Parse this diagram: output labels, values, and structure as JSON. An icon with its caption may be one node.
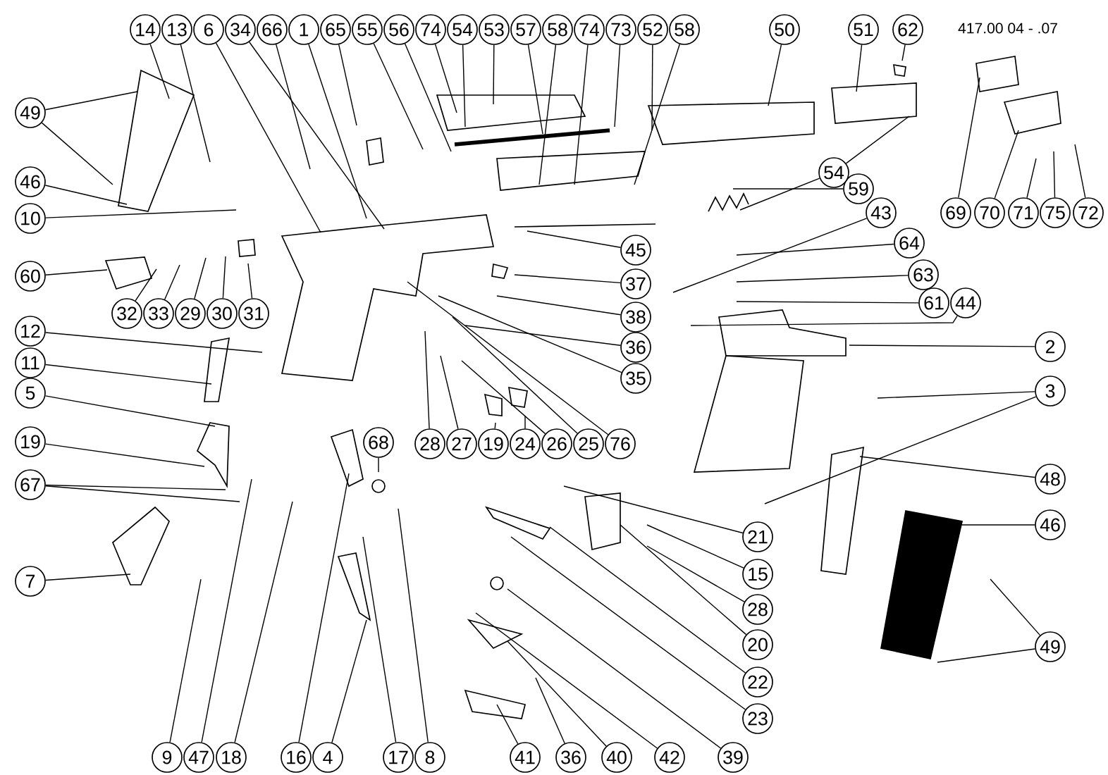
{
  "diagram": {
    "nodes": [
      {
        "text": [
          "14"
        ]
      },
      {
        "text": [
          "13"
        ]
      },
      {
        "text": [
          "6"
        ]
      },
      {
        "text": [
          "34"
        ]
      },
      {
        "text": [
          "66"
        ]
      },
      {
        "text": [
          "1"
        ]
      },
      {
        "text": [
          "65"
        ]
      },
      {
        "text": [
          "55"
        ]
      },
      {
        "text": [
          "56"
        ]
      },
      {
        "text": [
          "74"
        ]
      },
      {
        "text": [
          "54"
        ]
      },
      {
        "text": [
          "53"
        ]
      },
      {
        "text": [
          "57"
        ]
      },
      {
        "text": [
          "58"
        ]
      },
      {
        "text": [
          "74"
        ]
      },
      {
        "text": [
          "73"
        ]
      },
      {
        "text": [
          "52"
        ]
      },
      {
        "text": [
          "58"
        ]
      },
      {
        "text": [
          "50"
        ]
      },
      {
        "text": [
          "51"
        ]
      },
      {
        "text": [
          "62"
        ]
      },
      {
        "text": [
          "49"
        ]
      },
      {
        "text": [
          "46"
        ]
      },
      {
        "text": [
          "10"
        ]
      },
      {
        "text": [
          "60"
        ]
      },
      {
        "text": [
          "32"
        ]
      },
      {
        "text": [
          "33"
        ]
      },
      {
        "text": [
          "29"
        ]
      },
      {
        "text": [
          "30"
        ]
      },
      {
        "text": [
          "31"
        ]
      },
      {
        "text": [
          "12"
        ]
      },
      {
        "text": [
          "11"
        ]
      },
      {
        "text": [
          "5"
        ]
      },
      {
        "text": [
          "19"
        ]
      },
      {
        "text": [
          "67"
        ]
      },
      {
        "text": [
          "7"
        ]
      },
      {
        "text": [
          "9"
        ]
      },
      {
        "text": [
          "47"
        ]
      },
      {
        "text": [
          "18"
        ]
      },
      {
        "text": [
          "16"
        ]
      },
      {
        "text": [
          "4"
        ]
      },
      {
        "text": [
          "17"
        ]
      },
      {
        "text": [
          "8"
        ]
      },
      {
        "text": [
          "68"
        ]
      },
      {
        "text": [
          "28"
        ]
      },
      {
        "text": [
          "27"
        ]
      },
      {
        "text": [
          "19"
        ]
      },
      {
        "text": [
          "24"
        ]
      },
      {
        "text": [
          "26"
        ]
      },
      {
        "text": [
          "25"
        ]
      },
      {
        "text": [
          "76"
        ]
      },
      {
        "text": [
          "35"
        ]
      },
      {
        "text": [
          "36"
        ]
      },
      {
        "text": [
          "38"
        ]
      },
      {
        "text": [
          "37"
        ]
      },
      {
        "text": [
          "45"
        ]
      },
      {
        "text": [
          "59"
        ]
      },
      {
        "text": [
          "54"
        ]
      },
      {
        "text": [
          "43"
        ]
      },
      {
        "text": [
          "64"
        ]
      },
      {
        "text": [
          "63"
        ]
      },
      {
        "text": [
          "61"
        ]
      },
      {
        "text": [
          "44"
        ]
      },
      {
        "text": [
          "69"
        ]
      },
      {
        "text": [
          "70"
        ]
      },
      {
        "text": [
          "71"
        ]
      },
      {
        "text": [
          "75"
        ]
      },
      {
        "text": [
          "72"
        ]
      },
      {
        "text": [
          "2"
        ]
      },
      {
        "text": [
          "3"
        ]
      },
      {
        "text": [
          "48"
        ]
      },
      {
        "text": [
          "46"
        ]
      },
      {
        "text": [
          "49"
        ]
      },
      {
        "text": [
          "21"
        ]
      },
      {
        "text": [
          "15"
        ]
      },
      {
        "text": [
          "28"
        ]
      },
      {
        "text": [
          "20"
        ]
      },
      {
        "text": [
          "22"
        ]
      },
      {
        "text": [
          "23"
        ]
      },
      {
        "text": [
          "41"
        ]
      },
      {
        "text": [
          "36"
        ]
      },
      {
        "text": [
          "40"
        ]
      },
      {
        "text": [
          "42"
        ]
      },
      {
        "text": [
          "39"
        ]
      }
    ],
    "edges": [
      {
        "from": 0,
        "to": null,
        "arrow": "none"
      },
      {
        "from": 1,
        "to": null,
        "arrow": "none"
      },
      {
        "from": 2,
        "to": null,
        "arrow": "none"
      },
      {
        "from": 3,
        "to": null,
        "arrow": "none"
      },
      {
        "from": 4,
        "to": null,
        "arrow": "none"
      },
      {
        "from": 5,
        "to": null,
        "arrow": "none"
      },
      {
        "from": 6,
        "to": null,
        "arrow": "none"
      },
      {
        "from": 7,
        "to": null,
        "arrow": "none"
      },
      {
        "from": 8,
        "to": null,
        "arrow": "none"
      },
      {
        "from": 9,
        "to": null,
        "arrow": "none"
      },
      {
        "from": 10,
        "to": null,
        "arrow": "none"
      },
      {
        "from": 11,
        "to": null,
        "arrow": "none"
      },
      {
        "from": 12,
        "to": null,
        "arrow": "none"
      },
      {
        "from": 13,
        "to": null,
        "arrow": "none"
      },
      {
        "from": 14,
        "to": null,
        "arrow": "none"
      },
      {
        "from": 15,
        "to": null,
        "arrow": "none"
      },
      {
        "from": 16,
        "to": null,
        "arrow": "none"
      },
      {
        "from": 17,
        "to": null,
        "arrow": "none"
      },
      {
        "from": 18,
        "to": null,
        "arrow": "none"
      },
      {
        "from": 19,
        "to": null,
        "arrow": "none"
      },
      {
        "from": 20,
        "to": null,
        "arrow": "none"
      },
      {
        "from": 21,
        "to": null,
        "arrow": "none"
      },
      {
        "from": 21,
        "to": null,
        "arrow": "none"
      },
      {
        "from": 22,
        "to": null,
        "arrow": "none"
      },
      {
        "from": 23,
        "to": null,
        "arrow": "none"
      },
      {
        "from": 24,
        "to": null,
        "arrow": "none"
      },
      {
        "from": 25,
        "to": null,
        "arrow": "none"
      },
      {
        "from": 26,
        "to": null,
        "arrow": "none"
      },
      {
        "from": 27,
        "to": null,
        "arrow": "none"
      },
      {
        "from": 28,
        "to": null,
        "arrow": "none"
      },
      {
        "from": 29,
        "to": null,
        "arrow": "none"
      },
      {
        "from": 30,
        "to": null,
        "arrow": "none"
      },
      {
        "from": 31,
        "to": null,
        "arrow": "none"
      },
      {
        "from": 32,
        "to": null,
        "arrow": "none"
      },
      {
        "from": 33,
        "to": null,
        "arrow": "none"
      },
      {
        "from": 34,
        "to": null,
        "arrow": "none"
      },
      {
        "from": 34,
        "to": null,
        "arrow": "none"
      },
      {
        "from": 35,
        "to": null,
        "arrow": "none"
      },
      {
        "from": 36,
        "to": null,
        "arrow": "none"
      },
      {
        "from": 37,
        "to": null,
        "arrow": "none"
      },
      {
        "from": 38,
        "to": null,
        "arrow": "none"
      },
      {
        "from": 39,
        "to": null,
        "arrow": "none"
      },
      {
        "from": 40,
        "to": null,
        "arrow": "none"
      },
      {
        "from": 41,
        "to": null,
        "arrow": "none"
      },
      {
        "from": 42,
        "to": null,
        "arrow": "none"
      },
      {
        "from": 43,
        "to": null,
        "arrow": "none"
      },
      {
        "from": 44,
        "to": null,
        "arrow": "none"
      },
      {
        "from": 45,
        "to": null,
        "arrow": "none"
      },
      {
        "from": 46,
        "to": null,
        "arrow": "none"
      },
      {
        "from": 47,
        "to": null,
        "arrow": "none"
      },
      {
        "from": 48,
        "to": null,
        "arrow": "none"
      },
      {
        "from": 49,
        "to": null,
        "arrow": "none"
      },
      {
        "from": 50,
        "to": null,
        "arrow": "none"
      },
      {
        "from": 51,
        "to": null,
        "arrow": "none"
      },
      {
        "from": 52,
        "to": null,
        "arrow": "none"
      },
      {
        "from": 53,
        "to": null,
        "arrow": "none"
      },
      {
        "from": 54,
        "to": null,
        "arrow": "none"
      },
      {
        "from": 55,
        "to": null,
        "arrow": "none"
      },
      {
        "from": 56,
        "to": null,
        "arrow": "none"
      },
      {
        "from": 57,
        "to": null,
        "arrow": "none"
      },
      {
        "from": 57,
        "to": null,
        "arrow": "none"
      },
      {
        "from": 58,
        "to": null,
        "arrow": "none"
      },
      {
        "from": 59,
        "to": null,
        "arrow": "none"
      },
      {
        "from": 60,
        "to": null,
        "arrow": "none"
      },
      {
        "from": 61,
        "to": null,
        "arrow": "none"
      },
      {
        "from": 62,
        "to": null,
        "arrow": "none"
      },
      {
        "from": 63,
        "to": null,
        "arrow": "none"
      },
      {
        "from": 64,
        "to": null,
        "arrow": "none"
      },
      {
        "from": 65,
        "to": null,
        "arrow": "none"
      },
      {
        "from": 66,
        "to": null,
        "arrow": "none"
      },
      {
        "from": 67,
        "to": null,
        "arrow": "none"
      },
      {
        "from": 68,
        "to": null,
        "arrow": "none"
      },
      {
        "from": 69,
        "to": null,
        "arrow": "none"
      },
      {
        "from": 69,
        "to": null,
        "arrow": "none"
      },
      {
        "from": 70,
        "to": null,
        "arrow": "none"
      },
      {
        "from": 71,
        "to": null,
        "arrow": "none"
      },
      {
        "from": 72,
        "to": null,
        "arrow": "none"
      },
      {
        "from": 72,
        "to": null,
        "arrow": "none"
      },
      {
        "from": 73,
        "to": null,
        "arrow": "none"
      },
      {
        "from": 74,
        "to": null,
        "arrow": "none"
      },
      {
        "from": 75,
        "to": null,
        "arrow": "none"
      },
      {
        "from": 76,
        "to": null,
        "arrow": "none"
      },
      {
        "from": 77,
        "to": null,
        "arrow": "none"
      },
      {
        "from": 78,
        "to": null,
        "arrow": "none"
      },
      {
        "from": 79,
        "to": null,
        "arrow": "none"
      },
      {
        "from": 80,
        "to": null,
        "arrow": "none"
      },
      {
        "from": 81,
        "to": null,
        "arrow": "none"
      },
      {
        "from": 82,
        "to": null,
        "arrow": "none"
      },
      {
        "from": 83,
        "to": null,
        "arrow": "none"
      }
    ],
    "labels": [
      "417.00 04 - .07"
    ]
  }
}
